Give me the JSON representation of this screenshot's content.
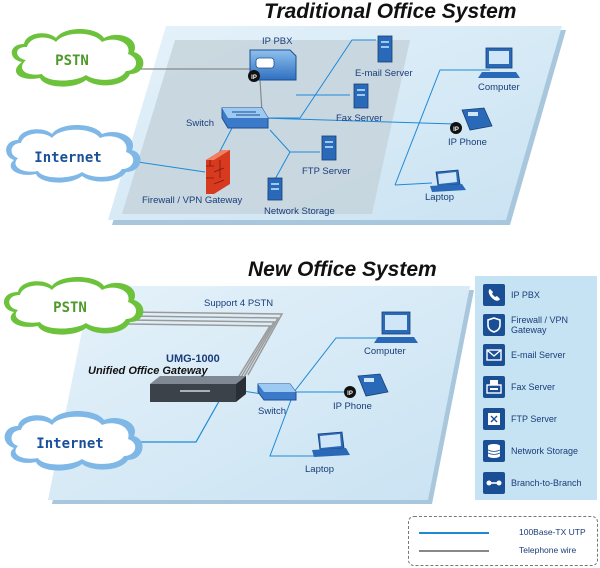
{
  "titles": {
    "traditional": "Traditional Office System",
    "new": "New Office System"
  },
  "traditional": {
    "clouds": {
      "pstn": "PSTN",
      "internet": "Internet"
    },
    "labels": {
      "ip_pbx": "IP PBX",
      "email_server": "E-mail Server",
      "computer": "Computer",
      "switch": "Switch",
      "fax_server": "Fax Server",
      "ip_phone": "IP Phone",
      "ftp_server": "FTP Server",
      "firewall": "Firewall / VPN Gateway",
      "laptop": "Laptop",
      "network_storage": "Network Storage"
    }
  },
  "new_system": {
    "clouds": {
      "pstn": "PSTN",
      "internet": "Internet"
    },
    "labels": {
      "support_pstn": "Support 4 PSTN",
      "umg_model": "UMG-1000",
      "umg_name": "Unified Office Gateway",
      "computer": "Computer",
      "switch": "Switch",
      "ip_phone": "IP Phone",
      "laptop": "Laptop"
    }
  },
  "feature_panel": [
    {
      "label": "IP PBX",
      "icon": "phone-icon"
    },
    {
      "label": "Firewall / VPN Gateway",
      "icon": "shield-icon"
    },
    {
      "label": "E-mail Server",
      "icon": "envelope-icon"
    },
    {
      "label": "Fax Server",
      "icon": "fax-icon"
    },
    {
      "label": "FTP Server",
      "icon": "ftp-icon"
    },
    {
      "label": "Network Storage",
      "icon": "database-icon"
    },
    {
      "label": "Branch-to-Branch",
      "icon": "link-icon"
    }
  ],
  "legend": {
    "utp": "100Base-TX UTP",
    "telephone": "Telephone wire"
  },
  "colors": {
    "platform": "#d7eaf6",
    "platform_shade": "#cfd9e1",
    "utp_line": "#1e8ad6",
    "telephone_line": "#888888",
    "pstn_text": "#4d9a2a",
    "internet_text": "#1a4f9a",
    "device_blue": "#2a69b8"
  }
}
